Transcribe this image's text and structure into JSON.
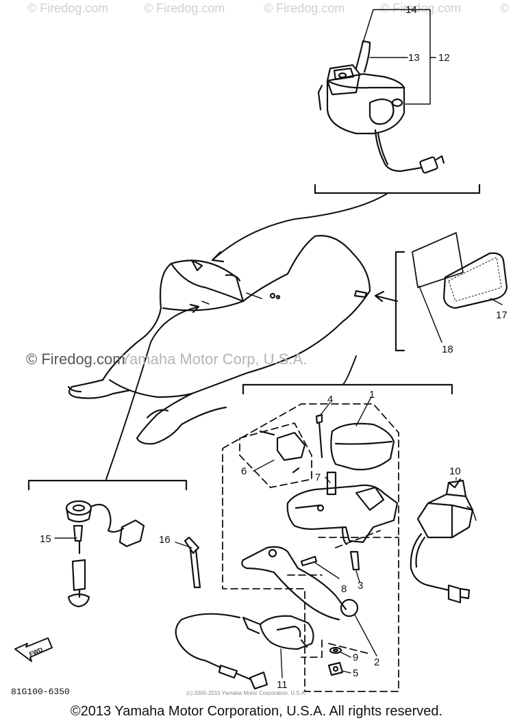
{
  "watermarks": {
    "top": [
      "© Firedog.com",
      "© Firedog.com",
      "© Firedog.com",
      "© Firedog.com",
      "©"
    ],
    "mid_firedog": "© Firedog.com",
    "mid_yamaha": "Yamaha Motor Corp, U.S.A."
  },
  "callouts": {
    "n1": "1",
    "n2": "2",
    "n3": "3",
    "n4": "4",
    "n5": "5",
    "n6": "6",
    "n7": "7",
    "n8": "8",
    "n9": "9",
    "n10": "10",
    "n11": "11",
    "n12": "12",
    "n13": "13",
    "n14": "14",
    "n15": "15",
    "n16": "16",
    "n17": "17",
    "n18": "18"
  },
  "fwd_label": "FWD",
  "diagram_code": "81G100-6350",
  "small_copyright": "(c) 2005-2015 Yamaha Motor Corporation, U.S.A.",
  "footer": "©2013 Yamaha Motor Corporation, U.S.A. All rights reserved."
}
